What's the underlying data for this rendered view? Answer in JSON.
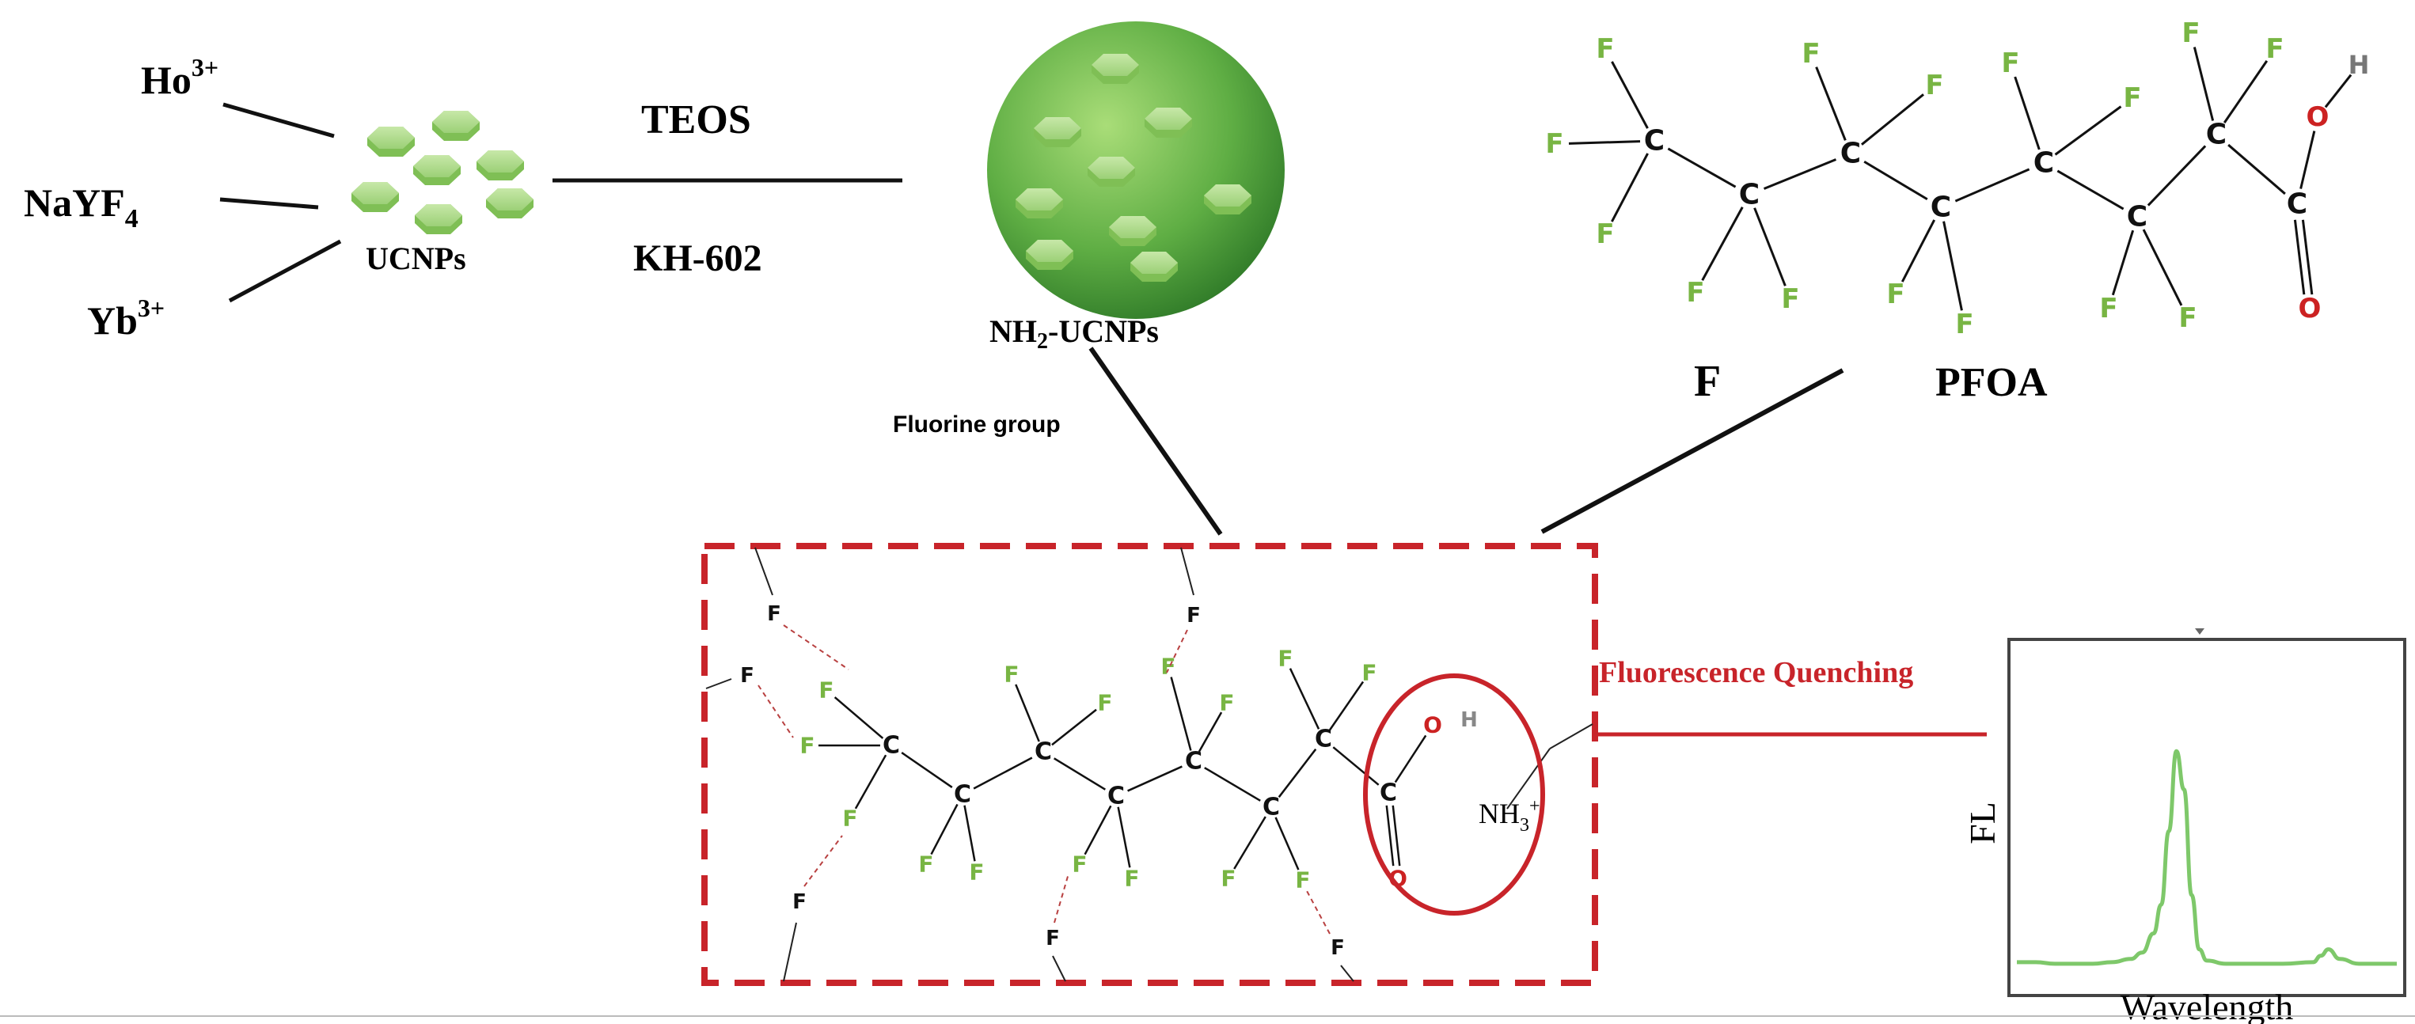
{
  "labels": {
    "ion_ho": "Ho",
    "ion_ho_charge": "3+",
    "host": "NaYF",
    "host_sub": "4",
    "ion_yb": "Yb",
    "ion_yb_charge": "3+",
    "ucnps": "UCNPs",
    "reagent_top": "TEOS",
    "reagent_bottom": "KH-602",
    "nh2_ucnps_prefix": "NH",
    "nh2_ucnps_sub": "2",
    "nh2_ucnps_suffix": "-UCNPs",
    "fluorine_group": "Fluorine group",
    "f_label": "F",
    "pfoa_label": "PFOA",
    "fluorescence_quenching": "Fluorescence Quenching",
    "nh3_prefix": "NH",
    "nh3_sub": "3",
    "nh3_charge": "+",
    "axis_y": "FL",
    "axis_x": "Wavelength"
  },
  "atoms": {
    "carbon": "C",
    "fluorine": "F",
    "oxygen": "O",
    "hydrogen": "H"
  },
  "colors": {
    "fluorine_green": "#78b543",
    "oxygen_red": "#cc2222",
    "dashed_box_red": "#c8242a",
    "connector_red": "#c8242a",
    "spectrum_green": "#7ec86a",
    "sphere_green": "#4aa23a"
  },
  "chart_data": {
    "type": "line",
    "title": "",
    "xlabel": "Wavelength",
    "ylabel": "FL",
    "x": [
      0,
      5,
      10,
      15,
      20,
      25,
      30,
      33,
      36,
      38,
      40,
      42,
      44,
      46,
      48,
      50,
      55,
      60,
      70,
      78,
      80,
      82,
      85,
      90,
      100
    ],
    "series": [
      {
        "values": [
          4,
          4,
          3.5,
          3.5,
          3.5,
          4,
          5,
          7,
          13,
          22,
          45,
          70,
          58,
          25,
          8,
          4.5,
          3.5,
          3.5,
          3.5,
          4,
          6,
          8,
          5,
          3.5,
          3.5
        ]
      }
    ],
    "xlim": [
      0,
      100
    ],
    "ylim": [
      0,
      100
    ],
    "grid": false,
    "ticks": false
  }
}
